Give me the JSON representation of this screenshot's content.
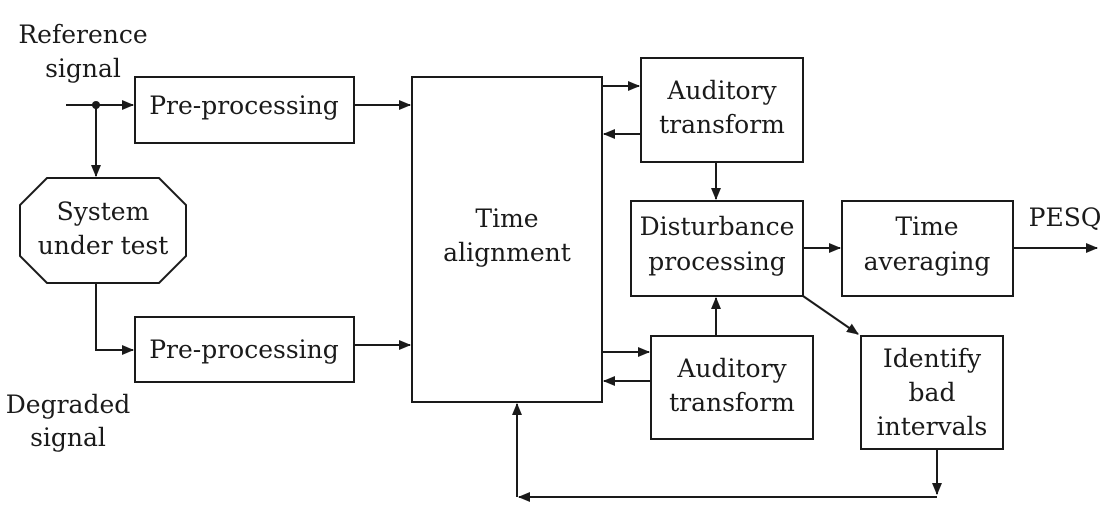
{
  "inputs": {
    "reference_line1": "Reference",
    "reference_line2": "signal",
    "degraded_line1": "Degraded",
    "degraded_line2": "signal"
  },
  "blocks": {
    "preproc_top": "Pre-processing",
    "preproc_bottom": "Pre-processing",
    "system_line1": "System",
    "system_line2": "under test",
    "time_align_line1": "Time",
    "time_align_line2": "alignment",
    "aud_top_line1": "Auditory",
    "aud_top_line2": "transform",
    "aud_bottom_line1": "Auditory",
    "aud_bottom_line2": "transform",
    "disturb_line1": "Disturbance",
    "disturb_line2": "processing",
    "time_avg_line1": "Time",
    "time_avg_line2": "averaging",
    "bad_line1": "Identify",
    "bad_line2": "bad",
    "bad_line3": "intervals"
  },
  "output": {
    "label": "PESQ"
  }
}
